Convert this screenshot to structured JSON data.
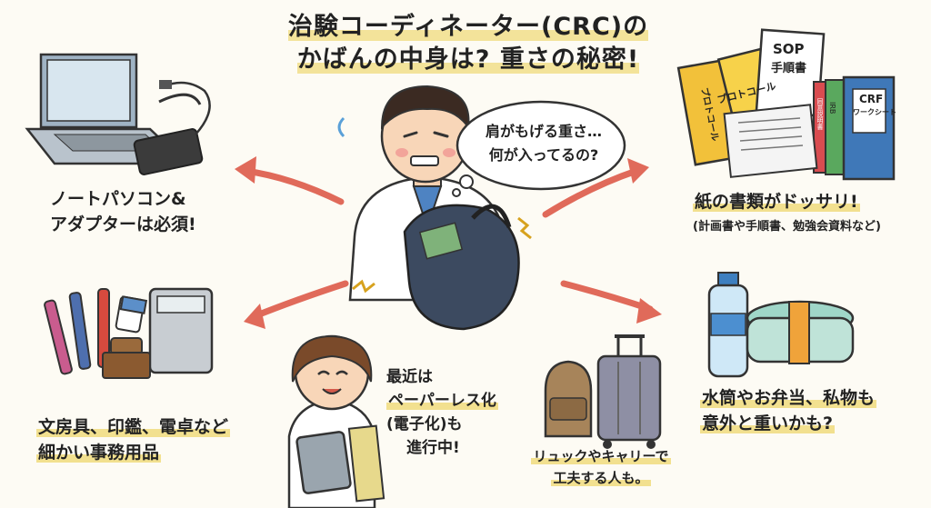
{
  "title": {
    "line1": "治験コーディネーター(CRC)の",
    "line2": "かばんの中身は? 重さの秘密!"
  },
  "speech": {
    "line1": "肩がもげる重さ…",
    "line2": "何が入ってるの?"
  },
  "items": {
    "laptop": {
      "line1": "ノートパソコン&",
      "line2": "アダプターは必須!"
    },
    "papers": {
      "line1": "紙の書類がドッサリ!",
      "note": "(計画書や手順書、勉強会資料など)"
    },
    "stationery": {
      "line1": "文房具、印鑑、電卓など",
      "line2": "細かい事務用品"
    },
    "personal": {
      "line1": "水筒やお弁当、私物も",
      "line2": "意外と重いかも?"
    },
    "paperless": {
      "line1": "最近は",
      "line2": "ペーパーレス化",
      "line3": "(電子化)も",
      "line4": "進行中!"
    },
    "luggage": {
      "line1": "リュックやキャリーで",
      "line2": "工夫する人も。"
    }
  },
  "binders": {
    "protocol_a": "プロトコール",
    "protocol_b": "プロトコール",
    "sop": "SOP",
    "sop_sub": "手順書",
    "crf": "CRF",
    "crf_sub": "ワークシート",
    "green": "IRB",
    "red": "同意説明書"
  }
}
